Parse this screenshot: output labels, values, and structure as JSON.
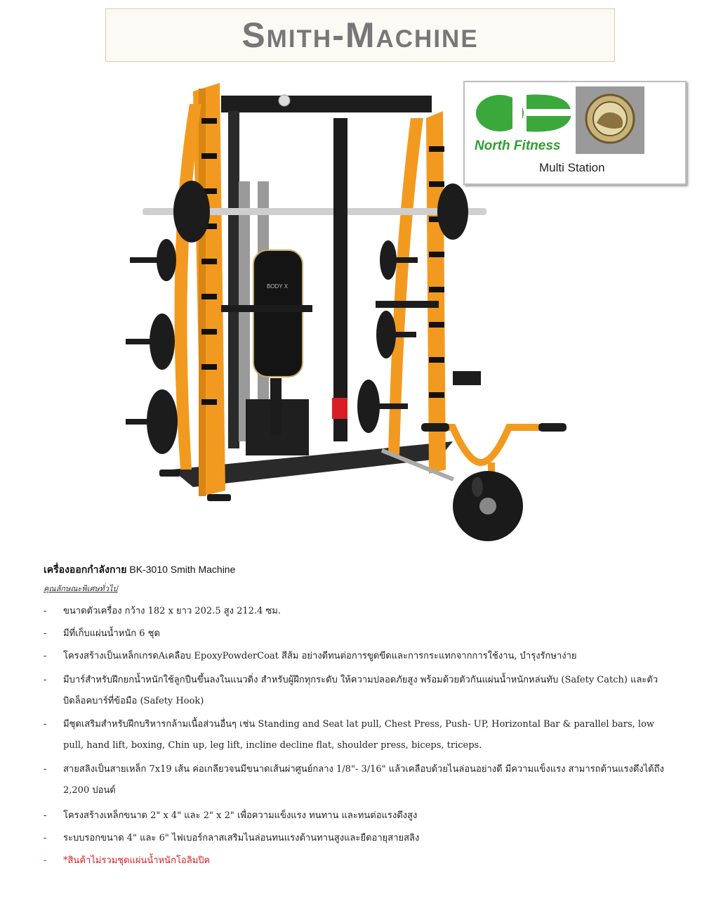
{
  "title": "Smith-Machine",
  "logo": {
    "brand": "North Fitness",
    "subtitle": "Multi Station",
    "colors": {
      "green": "#2f9e2f"
    }
  },
  "machine_label": "BODY X",
  "product": {
    "heading_thai": "เครื่องออกกำลังกาย",
    "heading_model": "BK-3010 Smith Machine",
    "section_heading": "คุณลักษณะพิเศษทั่วไป"
  },
  "specs": [
    "ขนาดตัวเครื่อง กว้าง 182 x ยาว 202.5 สูง 212.4 ซม.",
    "มีที่เก็บแผ่นน้ำหนัก 6 ชุด",
    "โครงสร้างเป็นเหล็กเกรดAเคลือบ EpoxyPowderCoat สีส้ม อย่างดีทนต่อการขูดขีดและการกระแทกจากการใช้งาน, บำรุงรักษาง่าย",
    "มีบาร์สำหรับฝึกยกน้ำหนักใช้ลูกปืนขึ้นลงในแนวดิ่ง สำหรับผู้ฝึกทุกระดับ ให้ความปลอดภัยสูง พร้อมด้วยตัวกันแผ่นน้ำหนักหล่นทับ (Safety Catch) และตัวบิดล็อคบาร์ที่ข้อมือ (Safety Hook)",
    "มีชุดเสริมสำหรับฝึกบริหารกล้ามเนื้อส่วนอื่นๆ เช่น Standing and Seat lat pull, Chest Press, Push- UP, Horizontal Bar & parallel bars, low pull, hand lift, boxing, Chin up, leg lift, incline decline flat, shoulder press, biceps, triceps.",
    "สายสลิงเป็นสายเหล็ก 7x19 เส้น ค่อเกลียวจนมีขนาดเส้นผ่าศูนย์กลาง 1/8\"- 3/16\" แล้วเคลือบด้วยไนล่อนอย่างดี มีความแข็งแรง สามารถต้านแรงดึงได้ถึง 2,200 ปอนด์",
    "โครงสร้างเหล็กขนาด 2\" x 4\" และ 2\" x 2\" เพื่อความแข็งแรง ทนทาน และทนต่อแรงดึงสูง",
    "ระบบรอกขนาด 4\" และ 6\" ไฟเบอร์กลาสเสริมไนล่อนทนแรงต้านทานสูงและยืดอายุสายสลิง"
  ],
  "note": "*สินค้าไม่รวมชุดแผ่นน้ำหนักโอลิมปิค",
  "dash": "-",
  "colors": {
    "frame_orange": "#f29a1f",
    "note_red": "#d81f26"
  }
}
